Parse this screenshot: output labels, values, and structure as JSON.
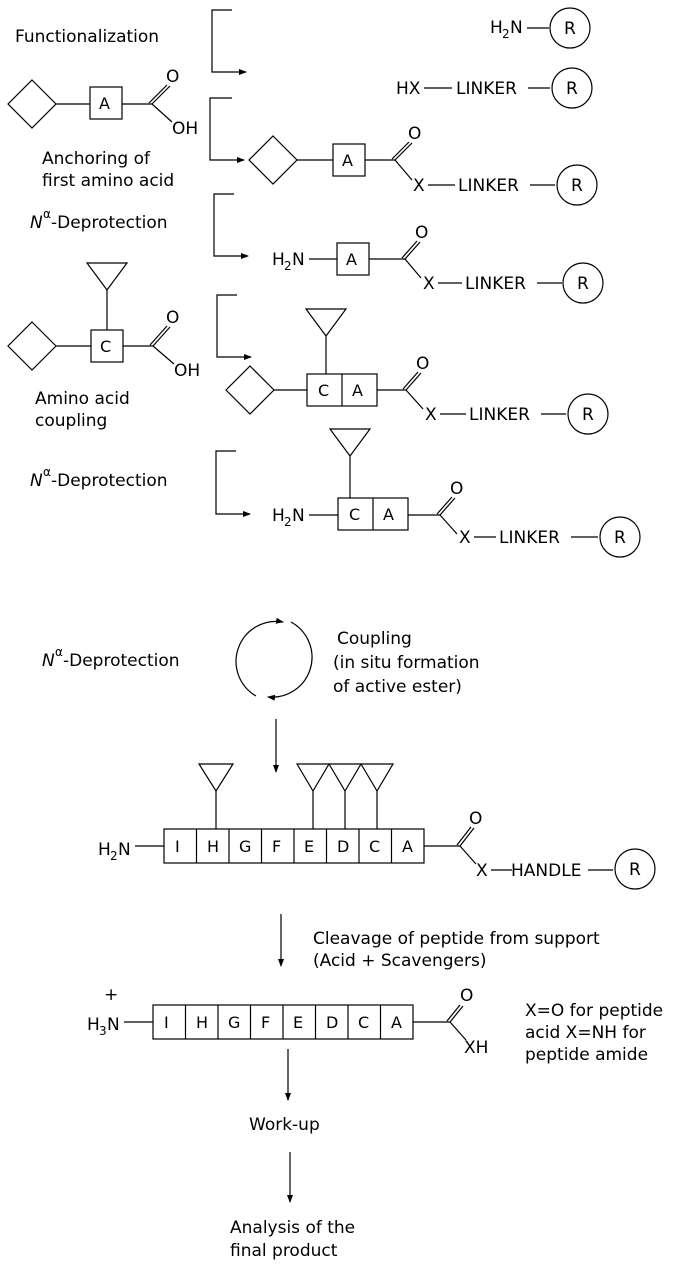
{
  "steps": {
    "functionalization": "Functionalization",
    "anchoring_1": "Anchoring of",
    "anchoring_2": "first amino acid",
    "deprotection_1": "-Deprotection",
    "coupling_1": "Amino acid",
    "coupling_2": "coupling",
    "deprotection_2": "-Deprotection",
    "cycle_deprotection": "-Deprotection",
    "cycle_coupling_1": "Coupling",
    "cycle_coupling_2": "(in situ formation",
    "cycle_coupling_3": "of active ester)",
    "cleavage_1": "Cleavage of peptide from support",
    "cleavage_2": "(Acid + Scavengers)",
    "workup": "Work-up",
    "analysis_1": "Analysis of the",
    "analysis_2": "final product"
  },
  "symbols": {
    "n_italic": "N",
    "alpha": "α",
    "resin": "R",
    "linker": "LINKER",
    "handle": "HANDLE",
    "hx": "HX",
    "x": "X",
    "xh": "XH",
    "o": "O",
    "oh": "OH",
    "h": "H",
    "h3": "H",
    "n": "N",
    "two": "2",
    "three": "3",
    "plus": "+",
    "res_a": "A",
    "res_c": "C"
  },
  "peptide_residues": [
    "I",
    "H",
    "G",
    "F",
    "E",
    "D",
    "C",
    "A"
  ],
  "notes": {
    "x_def_1": "X=O for peptide",
    "x_def_2": "acid X=NH for",
    "x_def_3": "peptide amide"
  }
}
